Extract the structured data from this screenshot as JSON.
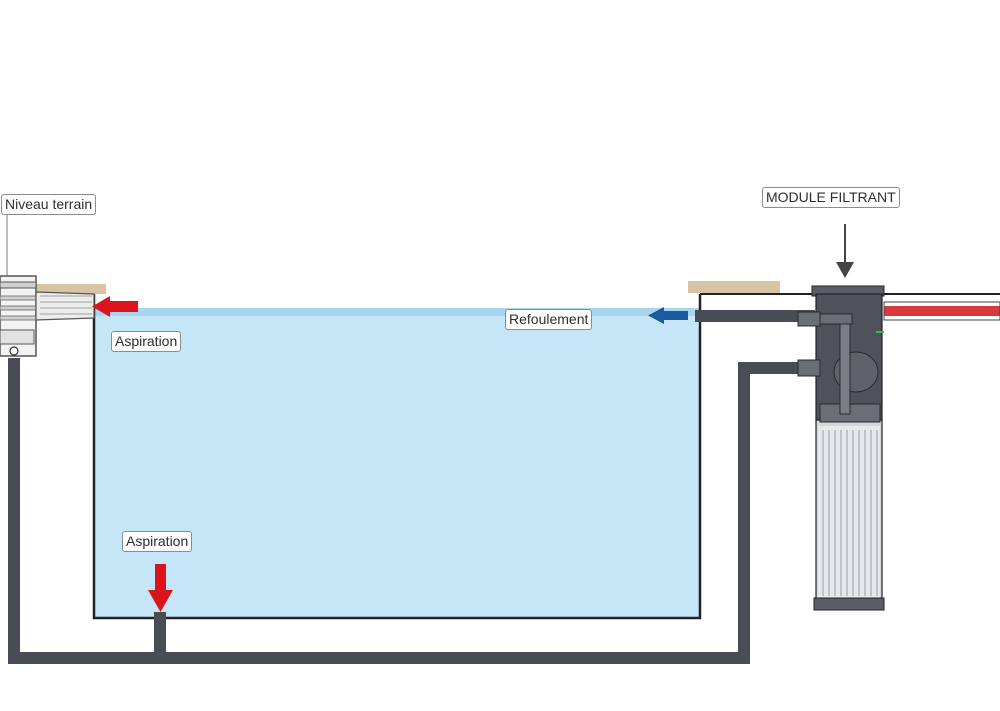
{
  "labels": {
    "ground_level": "Niveau terrain",
    "filter_module": "MODULE FILTRANT",
    "discharge": "Refoulement",
    "suction_surface": "Aspiration",
    "suction_bottom": "Aspiration"
  },
  "colors": {
    "water": "#c5e6f7",
    "water_surface": "#a9d6ef",
    "pool_wall": "#222222",
    "pipe": "#4a4c55",
    "coping": "#d8c4a5",
    "suction_arrow": "#d9141c",
    "discharge_arrow": "#1c5aa0",
    "heater_pipe": "#d63a3a",
    "filter_body": "#4f525a",
    "cartridge": "#e7e8ec"
  }
}
